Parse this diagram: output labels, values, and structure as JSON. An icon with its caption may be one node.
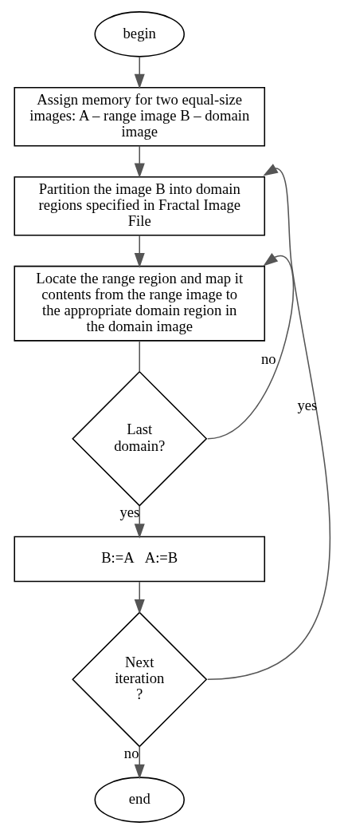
{
  "diagram": {
    "nodes": [
      {
        "text": [
          "begin"
        ]
      },
      {
        "text": [
          "Assign memory for two equal-size images: A – range image B – domain image"
        ]
      },
      {
        "text": [
          "Partition the image B into domain regions specified in Fractal Image File"
        ]
      },
      {
        "text": [
          "Locate the range region and map it contents from the range image to the appropriate domain region in the domain image"
        ]
      },
      {
        "text": [
          "Last domain?"
        ]
      },
      {
        "text": [
          "B:=A   A:=B"
        ]
      },
      {
        "text": [
          "Next iteration ?"
        ]
      },
      {
        "text": [
          "end"
        ]
      }
    ],
    "edges": [
      {
        "from": 0,
        "to": 1,
        "arrow": "to"
      },
      {
        "from": 1,
        "to": 2,
        "arrow": "to"
      },
      {
        "from": 2,
        "to": 3,
        "arrow": "to"
      },
      {
        "from": 3,
        "to": 4,
        "arrow": "none"
      },
      {
        "from": 4,
        "to": 3,
        "arrow": "to",
        "label": "no"
      },
      {
        "from": 4,
        "to": 5,
        "arrow": "to",
        "label": "yes"
      },
      {
        "from": 5,
        "to": 6,
        "arrow": "to"
      },
      {
        "from": 6,
        "to": 2,
        "arrow": "to",
        "label": "yes"
      },
      {
        "from": 6,
        "to": 7,
        "arrow": "to",
        "label": "no"
      }
    ]
  }
}
